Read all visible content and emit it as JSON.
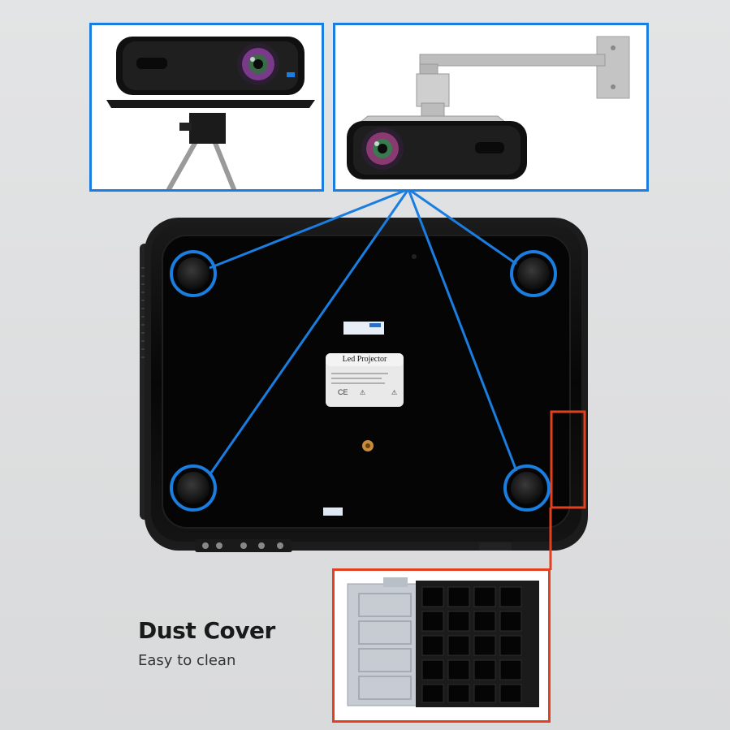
{
  "caption": {
    "title": "Dust Cover",
    "subtitle": "Easy to clean"
  },
  "label": {
    "title": "Led Projector"
  },
  "colors": {
    "highlight_blue": "#1a7de0",
    "highlight_red": "#e2401f",
    "body_black": "#0b0b0b",
    "background": "#dedfe0"
  }
}
